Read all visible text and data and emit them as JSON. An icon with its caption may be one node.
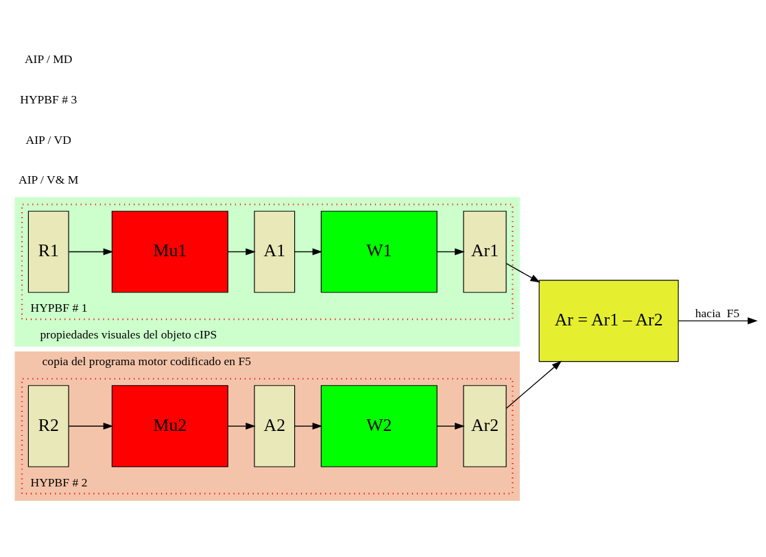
{
  "diagram": {
    "nodes": [
      {
        "text": [
          "propiedades visuales del objeto cIPS"
        ]
      },
      {
        "text": [
          "HYPBF # 1"
        ],
        "in": 0
      },
      {
        "text": [
          "R1"
        ],
        "in": 1
      },
      {
        "text": [
          "Mu1"
        ],
        "in": 1
      },
      {
        "text": [
          "A1"
        ],
        "in": 1
      },
      {
        "text": [
          "W1"
        ],
        "in": 1
      },
      {
        "text": [
          "Ar1"
        ],
        "in": 1
      },
      {
        "text": [
          "Ar = Ar1 – Ar2"
        ]
      },
      {
        "text": [
          "copia del programa motor codificado en F5"
        ]
      },
      {
        "text": [
          "HYPBF # 2"
        ],
        "in": 8
      },
      {
        "text": [
          "R2"
        ],
        "in": 9
      },
      {
        "text": [
          "Mu2"
        ],
        "in": 9
      },
      {
        "text": [
          "A2"
        ],
        "in": 9
      },
      {
        "text": [
          "W2"
        ],
        "in": 9
      },
      {
        "text": [
          "Ar2"
        ],
        "in": 9
      }
    ],
    "edges": [
      {
        "from": 2,
        "to": 3,
        "arrow": "to"
      },
      {
        "from": 3,
        "to": 4,
        "arrow": "to"
      },
      {
        "from": 4,
        "to": 5,
        "arrow": "to"
      },
      {
        "from": 5,
        "to": 6,
        "arrow": "to"
      },
      {
        "from": 6,
        "to": 7,
        "arrow": "to"
      },
      {
        "from": 10,
        "to": 11,
        "arrow": "to"
      },
      {
        "from": 11,
        "to": 12,
        "arrow": "to"
      },
      {
        "from": 12,
        "to": 13,
        "arrow": "to"
      },
      {
        "from": 13,
        "to": 14,
        "arrow": "to"
      },
      {
        "from": 14,
        "to": 7,
        "arrow": "to"
      },
      {
        "from": 7,
        "to": null,
        "arrow": "to",
        "label": "hacia  F5"
      }
    ],
    "labels": [
      "AIP / V& M",
      "AIP / VD",
      "HYPBF # 3",
      "AIP / MD"
    ]
  }
}
